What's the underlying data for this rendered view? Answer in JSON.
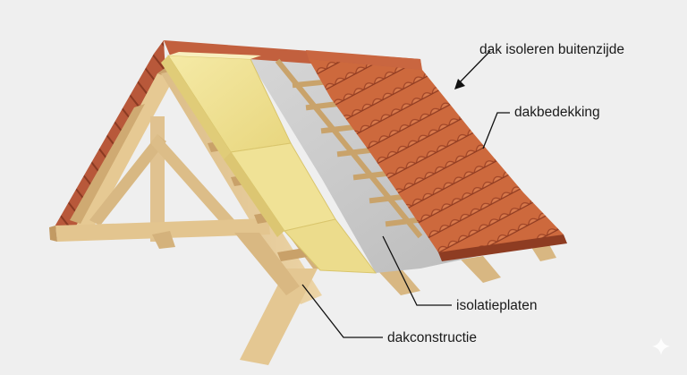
{
  "labels": {
    "roof_insulation_outside": "dak isoleren buitenzijde",
    "roof_covering": "dakbedekking",
    "insulation_boards": "isolatieplaten",
    "roof_structure": "dakconstructie"
  },
  "colors": {
    "background": "#efefef",
    "timber_light": "#e9cf9d",
    "timber_mid": "#d8b67f",
    "timber_dark": "#b98f58",
    "insulation": "#f2e59a",
    "membrane": "#c9c9c9",
    "tiles": "#cf6b3f",
    "tiles_dark": "#a9492a",
    "leader_line": "#111111"
  },
  "icons": {
    "watermark": "sparkle-icon"
  }
}
